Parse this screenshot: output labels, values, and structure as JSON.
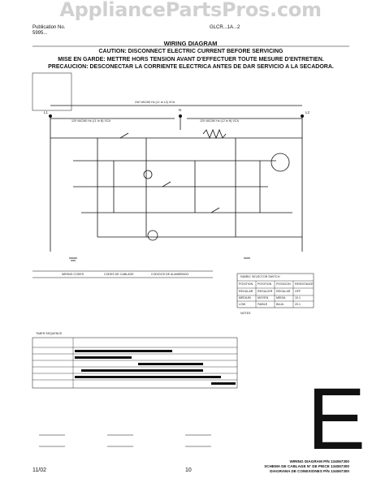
{
  "watermark": "AppliancePartsPros.com",
  "header": {
    "left_line1": "Publication No.",
    "left_line2": "5995...",
    "model": "GLCR...1A...2"
  },
  "title": "WIRING DIAGRAM",
  "caution": [
    "CAUTION: DISCONNECT ELECTRIC CURRENT BEFORE SERVICING",
    "MISE EN GARDE: METTRE HORS TENSION AVANT D'EFFECTUER TOUTE MESURE D'ENTRETIEN.",
    "PRECAUCION: DESCONECTAR LA CORRIENTE ELECTRICA ANTES DE DAR SERVICIO A LA SECADORA."
  ],
  "diagram": {
    "l1": "L1",
    "l2": "L2",
    "n": "N",
    "voltage_left": "120 VAC/60 Hz (L1 to N) VCA",
    "voltage_right": "120 VAC/60 Hz (L2 to N) VCA",
    "voltage_top": "240 VAC/60 Hz (L1 to L2) VCA"
  },
  "legend": {
    "headers": [
      "WIRING CODES",
      "CODES DE CABLAGE",
      "CODIGOS DE ALAMBRADO"
    ]
  },
  "resistance_table": {
    "title": "FABRIC SELECTOR SWITCH",
    "headers": [
      "POSITION",
      "POSITION",
      "POSICION",
      "RESISTANCE"
    ],
    "rows": [
      [
        "REGULAR",
        "REGULIER",
        "REGULAR",
        "OFF"
      ],
      [
        "MEDIUM",
        "MOYEN",
        "MEDIA",
        "10.1"
      ],
      [
        "LOW",
        "FAIBLE",
        "BAJA",
        "20.1"
      ]
    ]
  },
  "notes_label": "NOTES",
  "timer_label": "TIMER SEQUENCE",
  "wiring_diagram_pn": [
    "WIRING DIAGRAM P/N 134067300",
    "SCHEMA DE CABLAGE N° DE PIECE 134067300",
    "DIAGRAMA DE CONEXIONES P/N 134067300"
  ],
  "revision_letter": "E",
  "footer": {
    "date": "11/02",
    "page": "10"
  }
}
